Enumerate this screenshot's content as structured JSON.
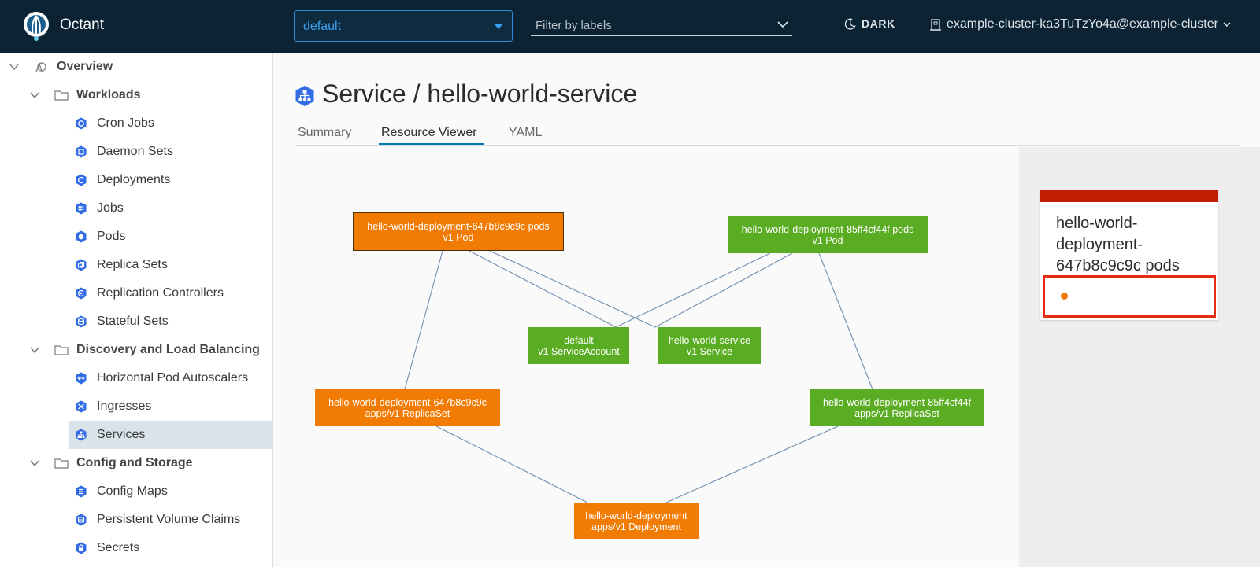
{
  "app": {
    "name": "Octant"
  },
  "header": {
    "namespace": "default",
    "label_filter_placeholder": "Filter by labels",
    "theme_toggle": "DARK",
    "cluster": "example-cluster-ka3TuTzYo4a@example-cluster"
  },
  "sidebar": {
    "overview": "Overview",
    "workloads": {
      "label": "Workloads",
      "items": [
        "Cron Jobs",
        "Daemon Sets",
        "Deployments",
        "Jobs",
        "Pods",
        "Replica Sets",
        "Replication Controllers",
        "Stateful Sets"
      ]
    },
    "discovery": {
      "label": "Discovery and Load Balancing",
      "items": [
        "Horizontal Pod Autoscalers",
        "Ingresses",
        "Services"
      ]
    },
    "config": {
      "label": "Config and Storage",
      "items": [
        "Config Maps",
        "Persistent Volume Claims",
        "Secrets"
      ]
    },
    "active_item": "Services"
  },
  "page": {
    "title": "Service / hello-world-service",
    "tabs": [
      "Summary",
      "Resource Viewer",
      "YAML"
    ],
    "active_tab": "Resource Viewer"
  },
  "graph": {
    "nodes": [
      {
        "id": "pod-647",
        "line1": "hello-world-deployment-647b8c9c9c pods",
        "line2": "v1 Pod",
        "status": "orange",
        "selected": true
      },
      {
        "id": "pod-85f",
        "line1": "hello-world-deployment-85ff4cf44f pods",
        "line2": "v1 Pod",
        "status": "green",
        "selected": false
      },
      {
        "id": "sa",
        "line1": "default",
        "line2": "v1 ServiceAccount",
        "status": "green",
        "selected": false
      },
      {
        "id": "svc",
        "line1": "hello-world-service",
        "line2": "v1 Service",
        "status": "green",
        "selected": false
      },
      {
        "id": "rs-647",
        "line1": "hello-world-deployment-647b8c9c9c",
        "line2": "apps/v1 ReplicaSet",
        "status": "orange",
        "selected": false
      },
      {
        "id": "rs-85f",
        "line1": "hello-world-deployment-85ff4cf44f",
        "line2": "apps/v1 ReplicaSet",
        "status": "green",
        "selected": false
      },
      {
        "id": "deploy",
        "line1": "hello-world-deployment",
        "line2": "apps/v1 Deployment",
        "status": "orange",
        "selected": false
      }
    ],
    "edges": [
      [
        "pod-647",
        "rs-647"
      ],
      [
        "pod-647",
        "sa"
      ],
      [
        "pod-647",
        "svc"
      ],
      [
        "pod-85f",
        "sa"
      ],
      [
        "pod-85f",
        "svc"
      ],
      [
        "pod-85f",
        "rs-85f"
      ],
      [
        "rs-647",
        "deploy"
      ],
      [
        "rs-85f",
        "deploy"
      ]
    ]
  },
  "detail": {
    "title": "hello-world-deployment-647b8c9c9c pods",
    "status_color": "#c21d00"
  },
  "colors": {
    "orange": "#f27b03",
    "green": "#5aad22",
    "header_bg": "#0b2333",
    "accent": "#0079b8"
  }
}
